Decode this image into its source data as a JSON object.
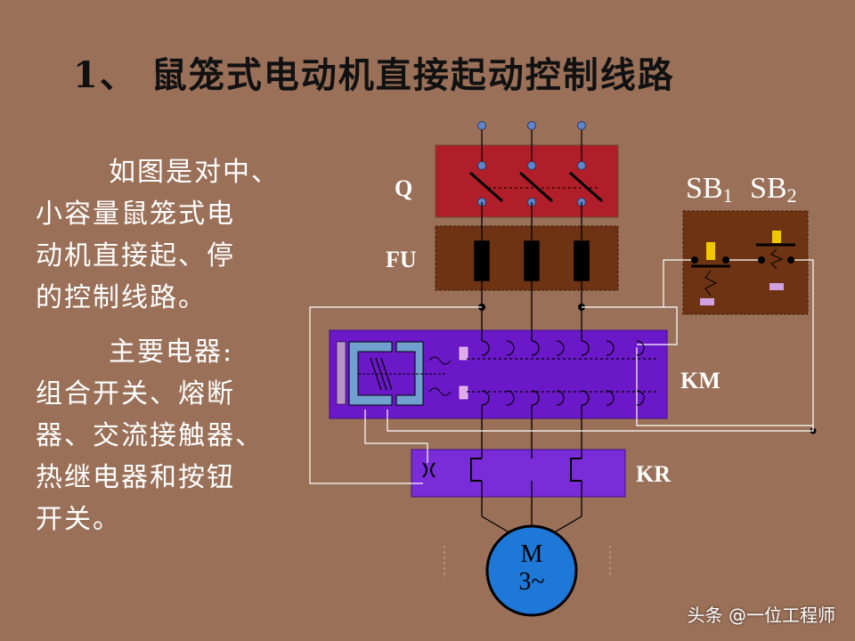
{
  "title": "1、 鼠笼式电动机直接起动控制线路",
  "description": {
    "lines": [
      "如图是对中、",
      "小容量鼠笼式电",
      "动机直接起、停",
      "的控制线路。"
    ]
  },
  "components_intro": {
    "lines": [
      "主要电器:",
      "组合开关、熔断",
      "器、交流接触器、",
      "热继电器和按钮",
      "开关。"
    ]
  },
  "diagram": {
    "labels": {
      "q": "Q",
      "fu": "FU",
      "km": "KM",
      "kr": "KR",
      "sb1_base": "SB",
      "sb1_sub": "1",
      "sb2_base": "SB",
      "sb2_sub": "2",
      "motor_line1": "M",
      "motor_line2": "3~"
    },
    "colors": {
      "q_box": "#b01e2a",
      "fu_box": "#6e3312",
      "sb_box": "#6e3312",
      "km_box": "#6a18c8",
      "kr_box": "#7a2cd8",
      "motor_fill": "#1e78d8",
      "electromagnet": "#6fa0d0",
      "wire": "#000000",
      "terminal": "#5f86c8",
      "button": "#f0c800"
    }
  },
  "watermark": "头条 @一位工程师"
}
